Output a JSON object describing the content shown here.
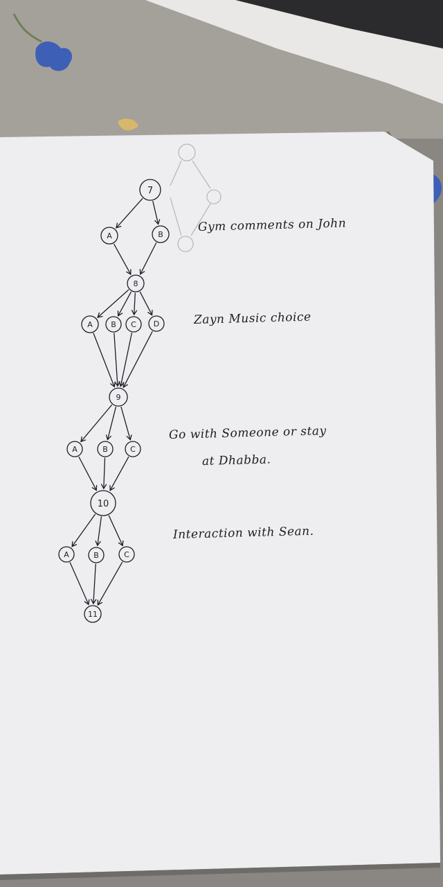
{
  "photo": {
    "background_color": "#8a8782",
    "paper_color": "#eeeef1",
    "ink_color": "#1e1c24",
    "faint_ink_color": "#b9b7bf",
    "flower_color": "#3e5fb6"
  },
  "diagram": {
    "nodes": [
      {
        "id": "n7",
        "label": "7"
      },
      {
        "id": "a7",
        "label": "A"
      },
      {
        "id": "b7",
        "label": "B"
      },
      {
        "id": "n8",
        "label": "8"
      },
      {
        "id": "a8",
        "label": "A"
      },
      {
        "id": "b8",
        "label": "B"
      },
      {
        "id": "c8",
        "label": "C"
      },
      {
        "id": "d8",
        "label": "D"
      },
      {
        "id": "n9",
        "label": "9"
      },
      {
        "id": "a9",
        "label": "A"
      },
      {
        "id": "b9",
        "label": "B"
      },
      {
        "id": "c9",
        "label": "C"
      },
      {
        "id": "n10",
        "label": "10"
      },
      {
        "id": "a10",
        "label": "A"
      },
      {
        "id": "b10",
        "label": "B"
      },
      {
        "id": "c10",
        "label": "C"
      },
      {
        "id": "n11",
        "label": "11"
      }
    ],
    "edges": [
      [
        "n7",
        "a7"
      ],
      [
        "n7",
        "b7"
      ],
      [
        "a7",
        "n8"
      ],
      [
        "b7",
        "n8"
      ],
      [
        "n8",
        "a8"
      ],
      [
        "n8",
        "b8"
      ],
      [
        "n8",
        "c8"
      ],
      [
        "n8",
        "d8"
      ],
      [
        "a8",
        "n9"
      ],
      [
        "b8",
        "n9"
      ],
      [
        "c8",
        "n9"
      ],
      [
        "d8",
        "n9"
      ],
      [
        "n9",
        "a9"
      ],
      [
        "n9",
        "b9"
      ],
      [
        "n9",
        "c9"
      ],
      [
        "a9",
        "n10"
      ],
      [
        "b9",
        "n10"
      ],
      [
        "c9",
        "n10"
      ],
      [
        "n10",
        "a10"
      ],
      [
        "n10",
        "b10"
      ],
      [
        "n10",
        "c10"
      ],
      [
        "a10",
        "n11"
      ],
      [
        "b10",
        "n11"
      ],
      [
        "c10",
        "n11"
      ]
    ]
  },
  "annotations": {
    "gym": "Gym comments on John",
    "zayn": "Zayn Music choice",
    "go_line1": "Go with Someone or stay",
    "go_line2": "at Dhabba.",
    "sean": "Interaction with Sean."
  }
}
